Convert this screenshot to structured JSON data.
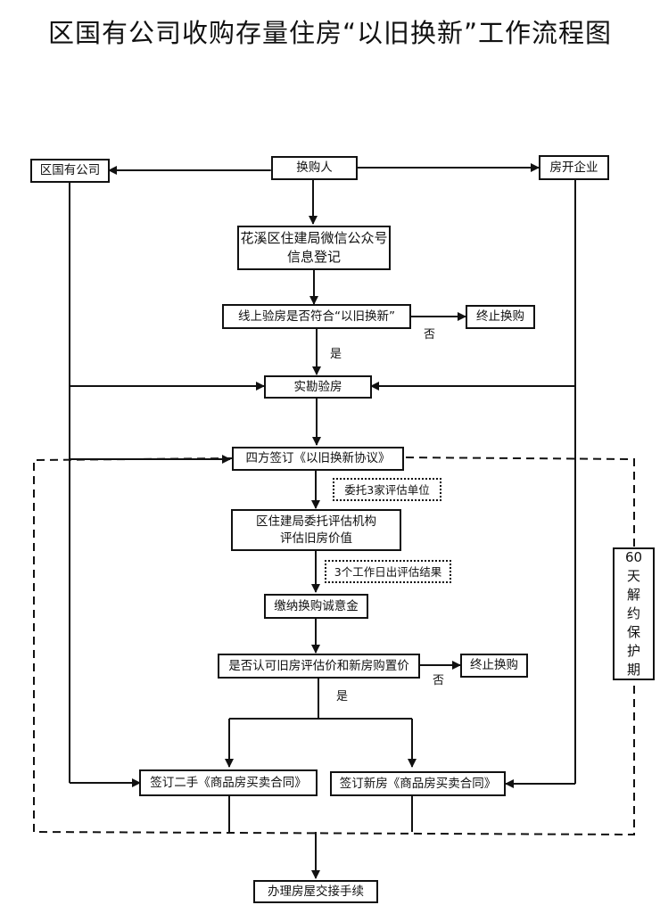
{
  "title": "区国有公司收购存量住房“以旧换新”工作流程图",
  "nodes": {
    "guoyou": "区国有公司",
    "buyer": "换购人",
    "developer": "房开企业",
    "register_line1": "花溪区住建局微信公众号",
    "register_line2": "信息登记",
    "online_check": "线上验房是否符合“以旧换新”",
    "stop1": "终止换购",
    "onsite_check": "实勘验房",
    "four_party": "四方签订《以旧换新协议》",
    "entrust_note": "委托3家评估单位",
    "evaluate_line1": "区住建局委托评估机构",
    "evaluate_line2": "评估旧房价值",
    "result_note": "3个工作日出评估结果",
    "deposit": "缴纳换购诚意金",
    "accept_price": "是否认可旧房评估价和新房购置价",
    "stop2": "终止换购",
    "contract_old": "签订二手《商品房买卖合同》",
    "contract_new": "签订新房《商品房买卖合同》",
    "handover": "办理房屋交接手续",
    "protection": [
      "60",
      "天",
      "解",
      "约",
      "保",
      "护",
      "期"
    ]
  },
  "edge_labels": {
    "no1": "否",
    "yes1": "是",
    "no2": "否",
    "yes2": "是"
  }
}
